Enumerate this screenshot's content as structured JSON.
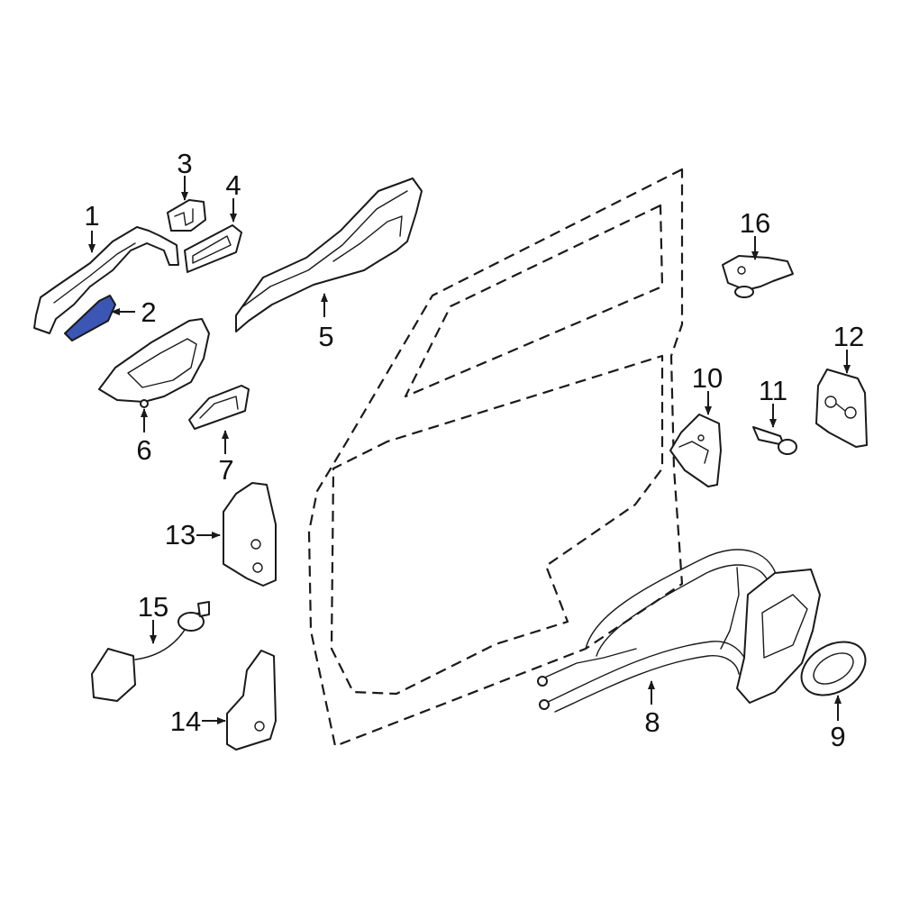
{
  "colors": {
    "highlight": "#3b56b4",
    "line": "#1a1a1a",
    "background": "#ffffff"
  },
  "callouts": [
    {
      "id": "1",
      "text": "1"
    },
    {
      "id": "2",
      "text": "2"
    },
    {
      "id": "3",
      "text": "3"
    },
    {
      "id": "4",
      "text": "4"
    },
    {
      "id": "5",
      "text": "5"
    },
    {
      "id": "6",
      "text": "6"
    },
    {
      "id": "7",
      "text": "7"
    },
    {
      "id": "8",
      "text": "8"
    },
    {
      "id": "9",
      "text": "9"
    },
    {
      "id": "10",
      "text": "10"
    },
    {
      "id": "11",
      "text": "11"
    },
    {
      "id": "12",
      "text": "12"
    },
    {
      "id": "13",
      "text": "13"
    },
    {
      "id": "14",
      "text": "14"
    },
    {
      "id": "15",
      "text": "15"
    },
    {
      "id": "16",
      "text": "16"
    }
  ]
}
